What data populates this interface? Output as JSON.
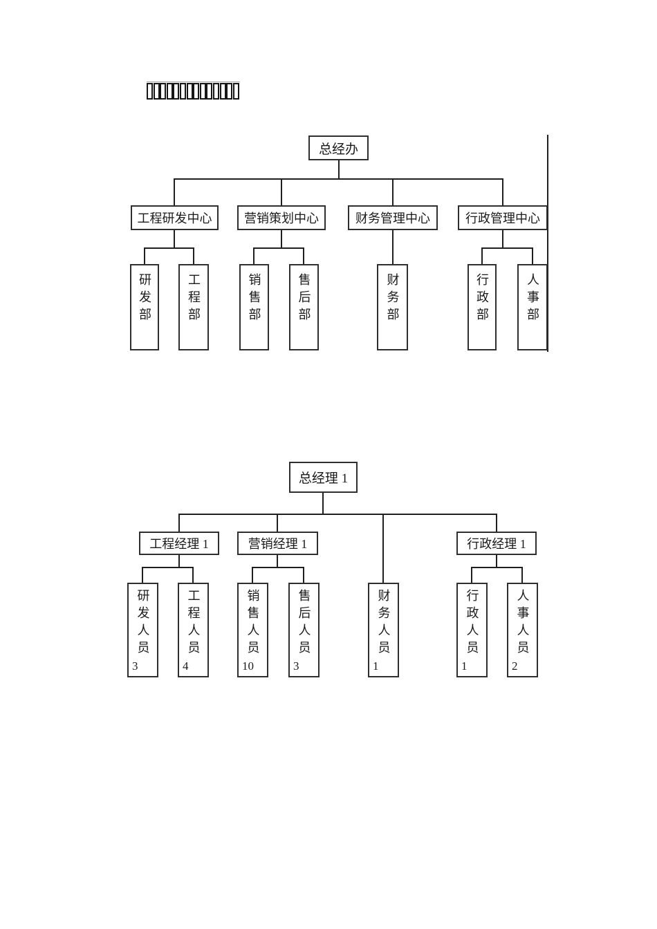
{
  "page": {
    "background": "#ffffff",
    "line_color": "#1f1f1f"
  },
  "title": {
    "placeholder_box_count": 14
  },
  "org_chart_1": {
    "root": "总经办",
    "centers": [
      {
        "label": "工程研发中心",
        "departments": [
          "研发部",
          "工程部"
        ]
      },
      {
        "label": "营销策划中心",
        "departments": [
          "销售部",
          "售后部"
        ]
      },
      {
        "label": "财务管理中心",
        "departments": [
          "财务部"
        ]
      },
      {
        "label": "行政管理中心",
        "departments": [
          "行政部",
          "人事部"
        ]
      }
    ]
  },
  "org_chart_2": {
    "root": "总经理 1",
    "branches": [
      {
        "label": "工程经理 1",
        "staff": [
          {
            "label": "研发人员",
            "count": "3"
          },
          {
            "label": "工程人员",
            "count": "4"
          }
        ]
      },
      {
        "label": "营销经理 1",
        "staff": [
          {
            "label": "销售人员",
            "count": "10"
          },
          {
            "label": "售后人员",
            "count": "3"
          }
        ]
      },
      {
        "staff": [
          {
            "label": "财务人员",
            "count": "1"
          }
        ]
      },
      {
        "label": "行政经理 1",
        "staff": [
          {
            "label": "行政人员",
            "count": "1"
          },
          {
            "label": "人事人员",
            "count": "2"
          }
        ]
      }
    ]
  }
}
